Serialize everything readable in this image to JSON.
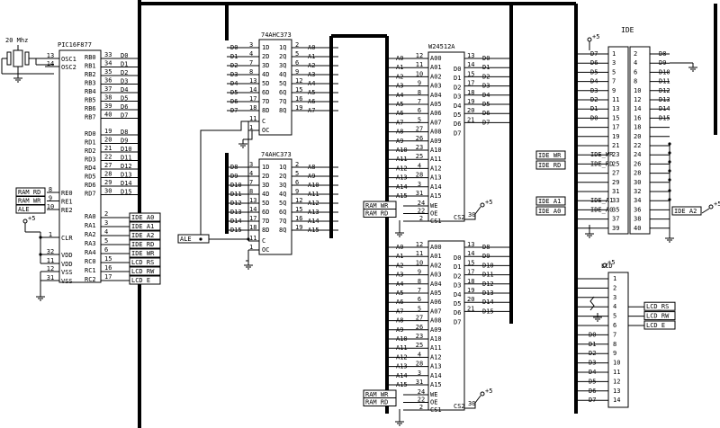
{
  "crystal": {
    "label": "20 Mhz"
  },
  "pic": {
    "name": "PIC16F877",
    "rb": [
      [
        "RB0",
        "33",
        "D0"
      ],
      [
        "RB1",
        "34",
        "D1"
      ],
      [
        "RB2",
        "35",
        "D2"
      ],
      [
        "RB3",
        "36",
        "D3"
      ],
      [
        "RB4",
        "37",
        "D4"
      ],
      [
        "RB5",
        "38",
        "D5"
      ],
      [
        "RB6",
        "39",
        "D6"
      ],
      [
        "RB7",
        "40",
        "D7"
      ]
    ],
    "rd": [
      [
        "RD0",
        "19",
        "D8"
      ],
      [
        "RD1",
        "20",
        "D9"
      ],
      [
        "RD2",
        "21",
        "D10"
      ],
      [
        "RD3",
        "22",
        "D11"
      ],
      [
        "RD4",
        "27",
        "D12"
      ],
      [
        "RD5",
        "28",
        "D13"
      ],
      [
        "RD6",
        "29",
        "D14"
      ],
      [
        "RD7",
        "30",
        "D15"
      ]
    ],
    "osc": [
      [
        "OSC1",
        "13"
      ],
      [
        "OSC2",
        "14"
      ]
    ],
    "re": [
      [
        "RE0",
        "8",
        "RAM_RD"
      ],
      [
        "RE1",
        "9",
        "RAM_WR"
      ],
      [
        "RE2",
        "10",
        "ALE"
      ]
    ],
    "ra": [
      [
        "RA0",
        "2",
        "IDE_A0"
      ],
      [
        "RA1",
        "3",
        "IDE_A1"
      ],
      [
        "RA2",
        "4",
        "IDE_A2"
      ],
      [
        "RA3",
        "5",
        "IDE_RD"
      ],
      [
        "RA4",
        "6",
        "IDE_WR"
      ],
      [
        "RC0",
        "15",
        "LCD_RS"
      ],
      [
        "RC1",
        "16",
        "LCD_RW"
      ],
      [
        "RC2",
        "17",
        "LCD_E"
      ]
    ],
    "pwr": [
      [
        "CLR",
        "1"
      ],
      [
        "VDD",
        "32"
      ],
      [
        "VDD",
        "11"
      ],
      [
        "VSS",
        "12"
      ],
      [
        "VSS",
        "31"
      ]
    ],
    "vcc": "+5"
  },
  "latch1": {
    "name": "74AHC373",
    "rows": [
      [
        "D0",
        "3",
        "1D",
        "1Q",
        "2",
        "A0"
      ],
      [
        "D1",
        "4",
        "2D",
        "2Q",
        "5",
        "A1"
      ],
      [
        "D2",
        "7",
        "3D",
        "3Q",
        "6",
        "A2"
      ],
      [
        "D3",
        "8",
        "4D",
        "4Q",
        "9",
        "A3"
      ],
      [
        "D4",
        "13",
        "5D",
        "5Q",
        "12",
        "A4"
      ],
      [
        "D5",
        "14",
        "6D",
        "6Q",
        "15",
        "A5"
      ],
      [
        "D6",
        "17",
        "7D",
        "7Q",
        "16",
        "A6"
      ],
      [
        "D7",
        "18",
        "8D",
        "8Q",
        "19",
        "A7"
      ]
    ],
    "c": [
      "11",
      "C"
    ],
    "oc": [
      "1",
      "OC"
    ]
  },
  "latch2": {
    "name": "74AHC373",
    "rows": [
      [
        "D8",
        "3",
        "1D",
        "1Q",
        "2",
        "A8"
      ],
      [
        "D9",
        "4",
        "2D",
        "2Q",
        "5",
        "A9"
      ],
      [
        "D10",
        "7",
        "3D",
        "3Q",
        "6",
        "A10"
      ],
      [
        "D11",
        "8",
        "4D",
        "4Q",
        "9",
        "A11"
      ],
      [
        "D12",
        "13",
        "5D",
        "5Q",
        "12",
        "A12"
      ],
      [
        "D13",
        "14",
        "6D",
        "6Q",
        "15",
        "A13"
      ],
      [
        "D14",
        "17",
        "7D",
        "7Q",
        "16",
        "A14"
      ],
      [
        "D15",
        "18",
        "8D",
        "8Q",
        "19",
        "A15"
      ]
    ],
    "c": [
      "11",
      "C"
    ],
    "oc": [
      "1",
      "OC"
    ]
  },
  "ale_label": "ALE",
  "ram_title": "RAM",
  "ram1": {
    "name": "W24512A",
    "addr": [
      [
        "A0",
        "12",
        "A00"
      ],
      [
        "A1",
        "11",
        "A01"
      ],
      [
        "A2",
        "10",
        "A02"
      ],
      [
        "A3",
        "9",
        "A03"
      ],
      [
        "A4",
        "8",
        "A04"
      ],
      [
        "A5",
        "7",
        "A05"
      ],
      [
        "A6",
        "6",
        "A06"
      ],
      [
        "A7",
        "5",
        "A07"
      ],
      [
        "A8",
        "27",
        "A08"
      ],
      [
        "A9",
        "26",
        "A09"
      ],
      [
        "A10",
        "23",
        "A10"
      ],
      [
        "A11",
        "25",
        "A11"
      ],
      [
        "A12",
        "4",
        "A12"
      ],
      [
        "A13",
        "28",
        "A13"
      ],
      [
        "A14",
        "3",
        "A14"
      ],
      [
        "A15",
        "31",
        "A15"
      ]
    ],
    "data": [
      [
        "D0",
        "13",
        "D0"
      ],
      [
        "D1",
        "14",
        "D1"
      ],
      [
        "D2",
        "15",
        "D2"
      ],
      [
        "D3",
        "17",
        "D3"
      ],
      [
        "D4",
        "18",
        "D4"
      ],
      [
        "D5",
        "19",
        "D5"
      ],
      [
        "D6",
        "20",
        "D6"
      ],
      [
        "D7",
        "21",
        "D7"
      ]
    ],
    "ctl": [
      [
        "RAM_WR",
        "24",
        "WE"
      ],
      [
        "RAM_RD",
        "22",
        "OE"
      ],
      [
        "",
        "2",
        "CS1"
      ]
    ],
    "cs2": [
      "CS2",
      "30"
    ],
    "vcc": "+5"
  },
  "ram2": {
    "name": "",
    "addr": [
      [
        "A0",
        "12",
        "A00"
      ],
      [
        "A1",
        "11",
        "A01"
      ],
      [
        "A2",
        "10",
        "A02"
      ],
      [
        "A3",
        "9",
        "A03"
      ],
      [
        "A4",
        "8",
        "A04"
      ],
      [
        "A5",
        "7",
        "A05"
      ],
      [
        "A6",
        "6",
        "A06"
      ],
      [
        "A7",
        "5",
        "A07"
      ],
      [
        "A8",
        "27",
        "A08"
      ],
      [
        "A9",
        "26",
        "A09"
      ],
      [
        "A10",
        "23",
        "A10"
      ],
      [
        "A11",
        "25",
        "A11"
      ],
      [
        "A12",
        "4",
        "A12"
      ],
      [
        "A13",
        "28",
        "A13"
      ],
      [
        "A14",
        "3",
        "A14"
      ],
      [
        "A15",
        "31",
        "A15"
      ]
    ],
    "data": [
      [
        "D8",
        "13",
        "D0"
      ],
      [
        "D9",
        "14",
        "D1"
      ],
      [
        "D10",
        "15",
        "D2"
      ],
      [
        "D11",
        "17",
        "D3"
      ],
      [
        "D12",
        "18",
        "D4"
      ],
      [
        "D13",
        "19",
        "D5"
      ],
      [
        "D14",
        "20",
        "D6"
      ],
      [
        "D15",
        "21",
        "D7"
      ]
    ],
    "ctl": [
      [
        "RAM_WR",
        "24",
        "WE"
      ],
      [
        "RAM_RD",
        "22",
        "OE"
      ],
      [
        "",
        "2",
        "CS1"
      ]
    ],
    "cs2": [
      "CS2",
      "30"
    ],
    "vcc": "+5"
  },
  "ide": {
    "title": "IDE",
    "left": [
      [
        "D7",
        "1"
      ],
      [
        "D6",
        "3"
      ],
      [
        "D5",
        "5"
      ],
      [
        "D4",
        "7"
      ],
      [
        "D3",
        "9"
      ],
      [
        "D2",
        "11"
      ],
      [
        "D1",
        "13"
      ],
      [
        "D0",
        "15"
      ],
      [
        "",
        "17"
      ],
      [
        "",
        "19"
      ],
      [
        "",
        "21"
      ],
      [
        "IDE_WR",
        "23"
      ],
      [
        "IDE_RD",
        "25"
      ],
      [
        "",
        "27"
      ],
      [
        "",
        "29"
      ],
      [
        "",
        "31"
      ],
      [
        "IDE_A1",
        "33"
      ],
      [
        "IDE_A0",
        "35"
      ],
      [
        "",
        "37"
      ],
      [
        "",
        "39"
      ]
    ],
    "right": [
      [
        "D8",
        "2"
      ],
      [
        "D9",
        "4"
      ],
      [
        "D10",
        "6"
      ],
      [
        "D11",
        "8"
      ],
      [
        "D12",
        "10"
      ],
      [
        "D13",
        "12"
      ],
      [
        "D14",
        "14"
      ],
      [
        "D15",
        "16"
      ],
      [
        "",
        "18"
      ],
      [
        "",
        "20"
      ],
      [
        "",
        "22"
      ],
      [
        "",
        "24"
      ],
      [
        "",
        "26"
      ],
      [
        "",
        "28"
      ],
      [
        "",
        "30"
      ],
      [
        "",
        "32"
      ],
      [
        "",
        "34"
      ],
      [
        "IDE_A2",
        "36"
      ],
      [
        "",
        "38"
      ],
      [
        "",
        "40"
      ]
    ],
    "vcc": "+5"
  },
  "lcd": {
    "title": "LCD",
    "pins": [
      [
        "",
        "1"
      ],
      [
        "",
        "2"
      ],
      [
        "",
        "3"
      ],
      [
        "LCD_RS",
        "4"
      ],
      [
        "LCD_RW",
        "5"
      ],
      [
        "LCD_E",
        "6"
      ],
      [
        "D0",
        "7"
      ],
      [
        "D1",
        "8"
      ],
      [
        "D2",
        "9"
      ],
      [
        "D3",
        "10"
      ],
      [
        "D4",
        "11"
      ],
      [
        "D5",
        "12"
      ],
      [
        "D6",
        "13"
      ],
      [
        "D7",
        "14"
      ]
    ],
    "vcc": "+5"
  },
  "labels": {
    "pic_re": [
      "RAM_RD",
      "RAM_WR",
      "ALE"
    ],
    "pic_ra": [
      "IDE_A0",
      "IDE_A1",
      "IDE_A2",
      "IDE_RD",
      "IDE_WR",
      "LCD_RS",
      "LCD_RW",
      "LCD_E"
    ]
  }
}
